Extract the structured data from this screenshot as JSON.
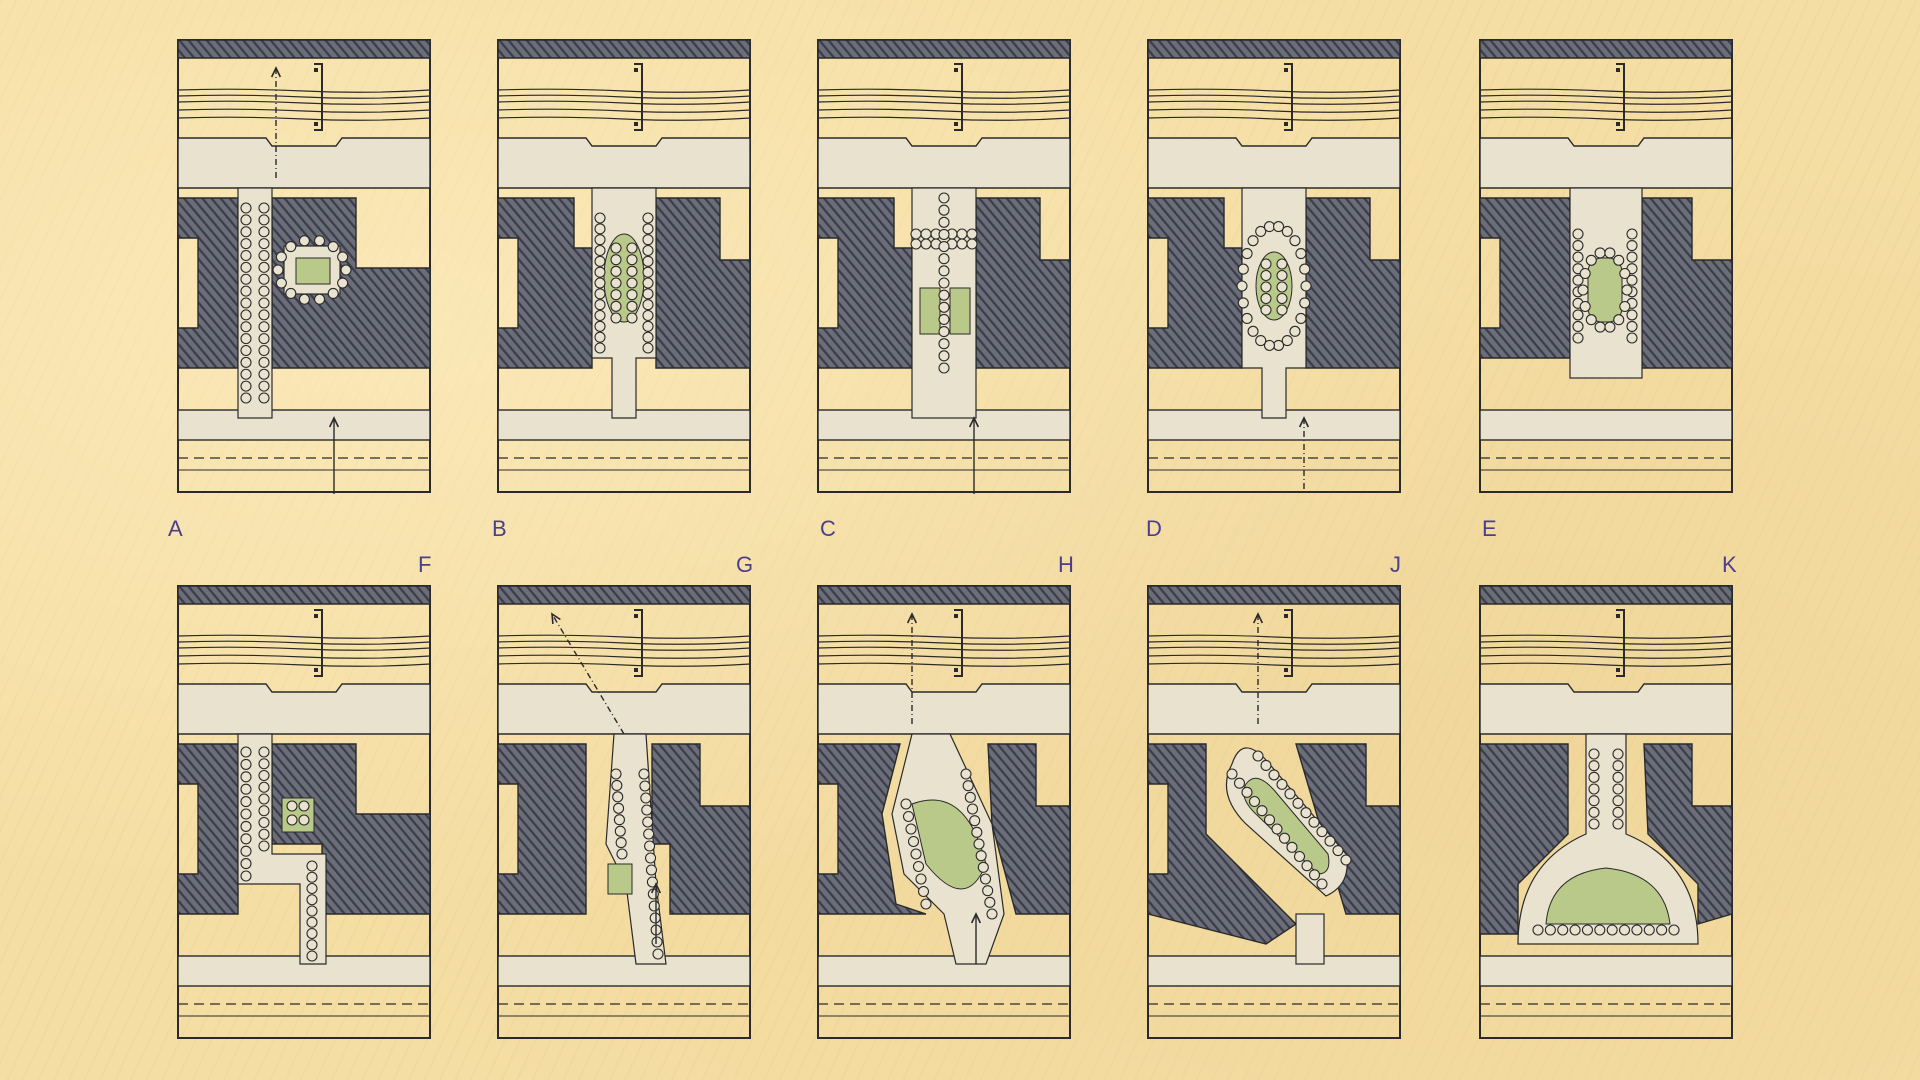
{
  "panels": [
    {
      "id": "A",
      "variant": "A"
    },
    {
      "id": "B",
      "variant": "B"
    },
    {
      "id": "C",
      "variant": "C"
    },
    {
      "id": "D",
      "variant": "D"
    },
    {
      "id": "E",
      "variant": "E"
    },
    {
      "id": "F",
      "variant": "F"
    },
    {
      "id": "G",
      "variant": "G"
    },
    {
      "id": "H",
      "variant": "H"
    },
    {
      "id": "J",
      "variant": "J"
    },
    {
      "id": "K",
      "variant": "K"
    }
  ],
  "labels": {
    "a": "A",
    "b": "B",
    "c": "C",
    "d": "D",
    "e": "E",
    "f": "F",
    "g": "G",
    "h": "H",
    "j": "J",
    "k": "K"
  },
  "colors": {
    "background": "#f5dea3",
    "hatch": "#3a3d4a",
    "street": "#e8e2cf",
    "green": "#b9c98a",
    "ink": "#2a2a2a",
    "label": "#4a3f8c"
  }
}
